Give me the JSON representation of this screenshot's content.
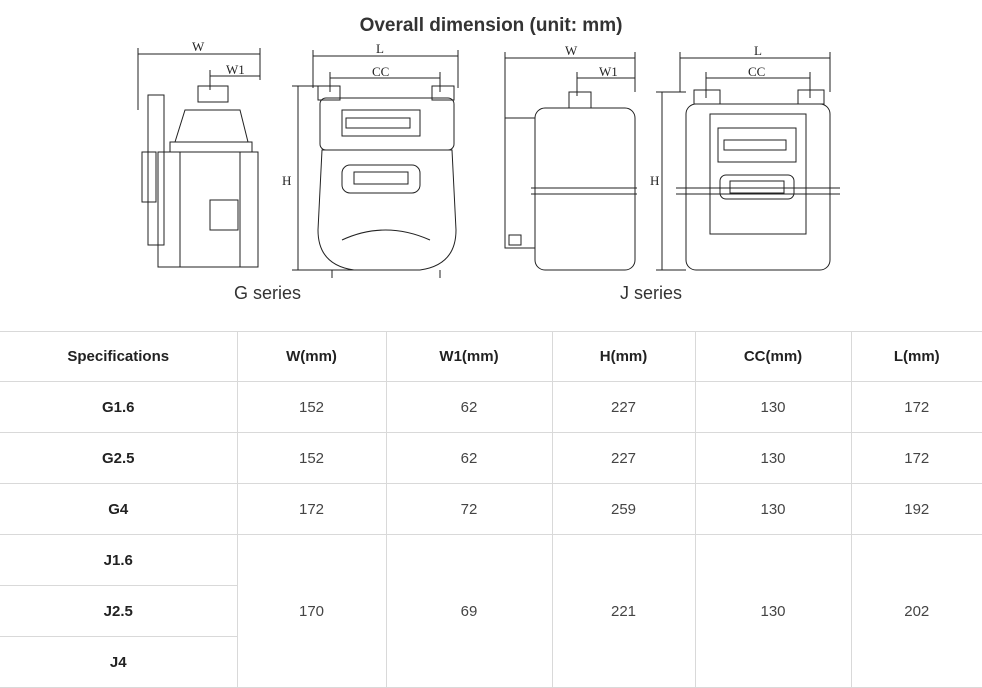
{
  "title": "Overall dimension (unit: mm)",
  "figures": {
    "g_caption": "G series",
    "j_caption": "J series",
    "labels": {
      "w": "W",
      "w1": "W1",
      "l": "L",
      "cc": "CC",
      "h": "H"
    }
  },
  "table": {
    "headers": [
      "Specifications",
      "W(mm)",
      "W1(mm)",
      "H(mm)",
      "CC(mm)",
      "L(mm)"
    ],
    "rows": [
      {
        "spec": "G1.6",
        "w": "152",
        "w1": "62",
        "h": "227",
        "cc": "130",
        "l": "172"
      },
      {
        "spec": "G2.5",
        "w": "152",
        "w1": "62",
        "h": "227",
        "cc": "130",
        "l": "172"
      },
      {
        "spec": "G4",
        "w": "172",
        "w1": "72",
        "h": "259",
        "cc": "130",
        "l": "192"
      }
    ],
    "j_group": {
      "specs": [
        "J1.6",
        "J2.5",
        "J4"
      ],
      "w": "170",
      "w1": "69",
      "h": "221",
      "cc": "130",
      "l": "202"
    }
  }
}
